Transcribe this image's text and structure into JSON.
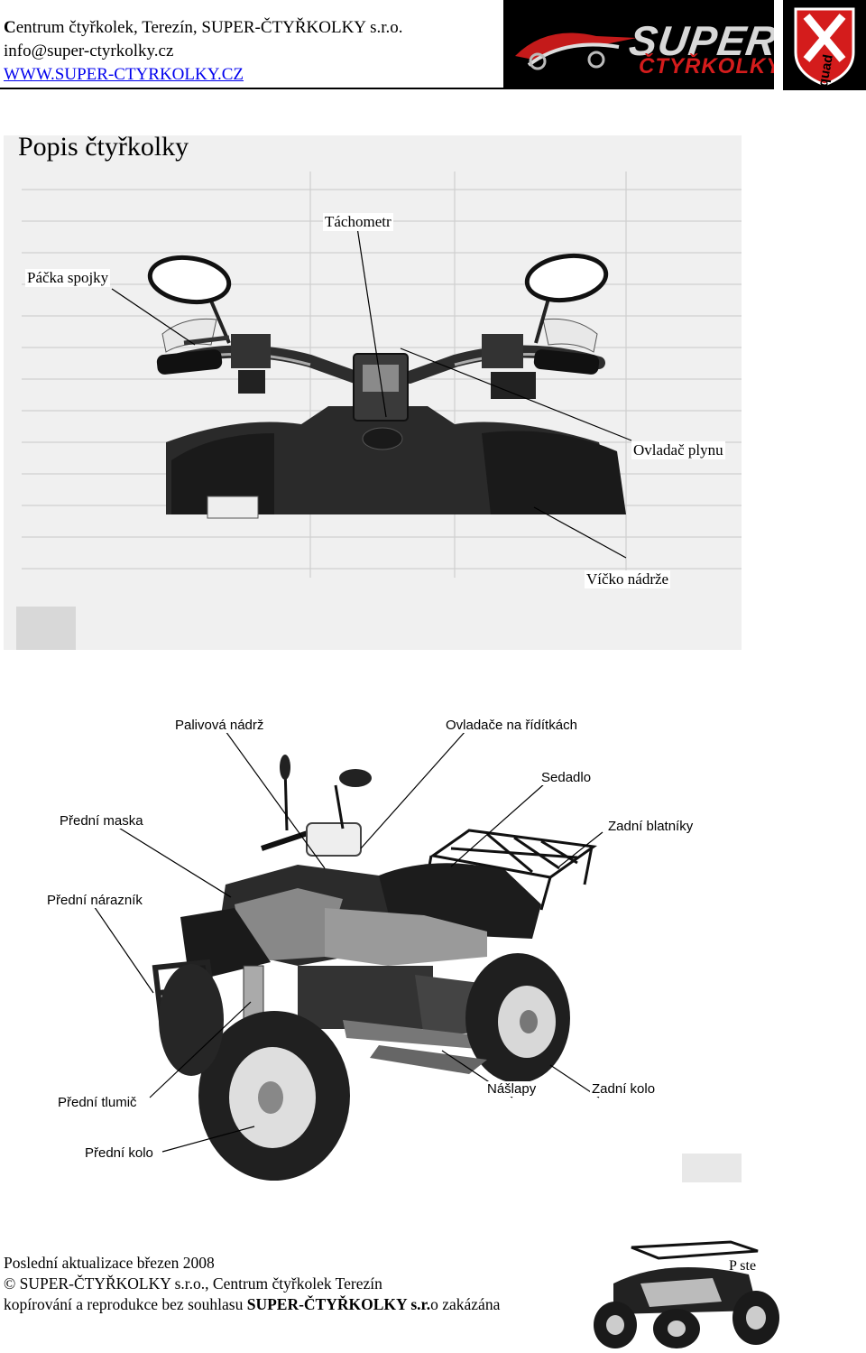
{
  "header": {
    "title_initial": "C",
    "title_rest": "entrum čtyřkolek, Terezín, SUPER-ČTYŘKOLKY s.r.o.",
    "email": "info@super-ctyrkolky.cz",
    "website": "WWW.SUPER-CTYRKOLKY.CZ",
    "logo_word": "SUPER",
    "logo_sub": "ČTYŘKOLKY",
    "badge_text": "quad",
    "colors": {
      "logo_red": "#d41c1c",
      "link": "#0000ee"
    }
  },
  "section1": {
    "title": "Popis čtyřkolky",
    "labels": {
      "tachometer": "Táchometr",
      "clutch": "Páčka spojky",
      "throttle": "Ovladač plynu",
      "tank_cap": "Víčko nádrže"
    }
  },
  "section2": {
    "labels": {
      "fuel_tank": "Palivová nádrž",
      "handlebar_controls": "Ovladače na řídítkách",
      "seat": "Sedadlo",
      "front_mask": "Přední maska",
      "rear_fenders": "Zadní blatníky",
      "front_bumper": "Přední nárazník",
      "front_shock": "Přední tlumič",
      "footrests": "Nášlapy",
      "rear_wheel": "Zadní kolo",
      "front_wheel": "Přední kolo"
    }
  },
  "footer": {
    "line1": "Poslední aktualizace březen 2008",
    "copyright_symbol": "©",
    "line2": " SUPER-ČTYŘKOLKY s.r.o., Centrum čtyřkolek Terezín",
    "line3_a": "kopírování a reprodukce bez souhlasu ",
    "line3_b": "SUPER-ČTYŘKOLKY s.r.",
    "line3_c": "o zakázána",
    "next_page": "P ste"
  }
}
